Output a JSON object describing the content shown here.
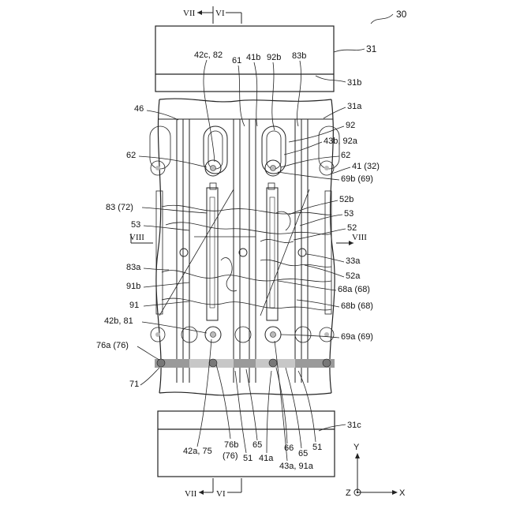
{
  "figure": {
    "number": "30",
    "section_marks": {
      "top_left": "VII",
      "top_right": "VI",
      "bottom_left": "VII",
      "bottom_right": "VI",
      "left_mid": "VIII",
      "right_mid": "VIII"
    },
    "axes": {
      "y": "Y",
      "x": "X",
      "z": "Z"
    },
    "labels": {
      "l31": "31",
      "l31b": "31b",
      "l31a": "31a",
      "l31c": "31c",
      "l46": "46",
      "l42c82": "42c, 82",
      "l61": "61",
      "l41b": "41b",
      "l92b": "92b",
      "l83b": "83b",
      "l92": "92",
      "l43b92a": "43b, 92a",
      "l62L": "62",
      "l62R": "62",
      "l41_32": "41 (32)",
      "l69b69": "69b (69)",
      "l52b": "52b",
      "l83_72": "83 (72)",
      "l53L": "53",
      "l53R": "53",
      "l52": "52",
      "l33a": "33a",
      "l52a": "52a",
      "l83a": "83a",
      "l68a68": "68a (68)",
      "l91b": "91b",
      "l68b68": "68b (68)",
      "l91": "91",
      "l42b81": "42b, 81",
      "l69a69": "69a (69)",
      "l76a76": "76a (76)",
      "l71": "71",
      "l42a75": "42a, 75",
      "l76b": "76b",
      "l76paren": "(76)",
      "l51L": "51",
      "l65a": "65",
      "l41a": "41a",
      "l66": "66",
      "l65b": "65",
      "l51R": "51",
      "l43a91a": "43a, 91a"
    }
  }
}
